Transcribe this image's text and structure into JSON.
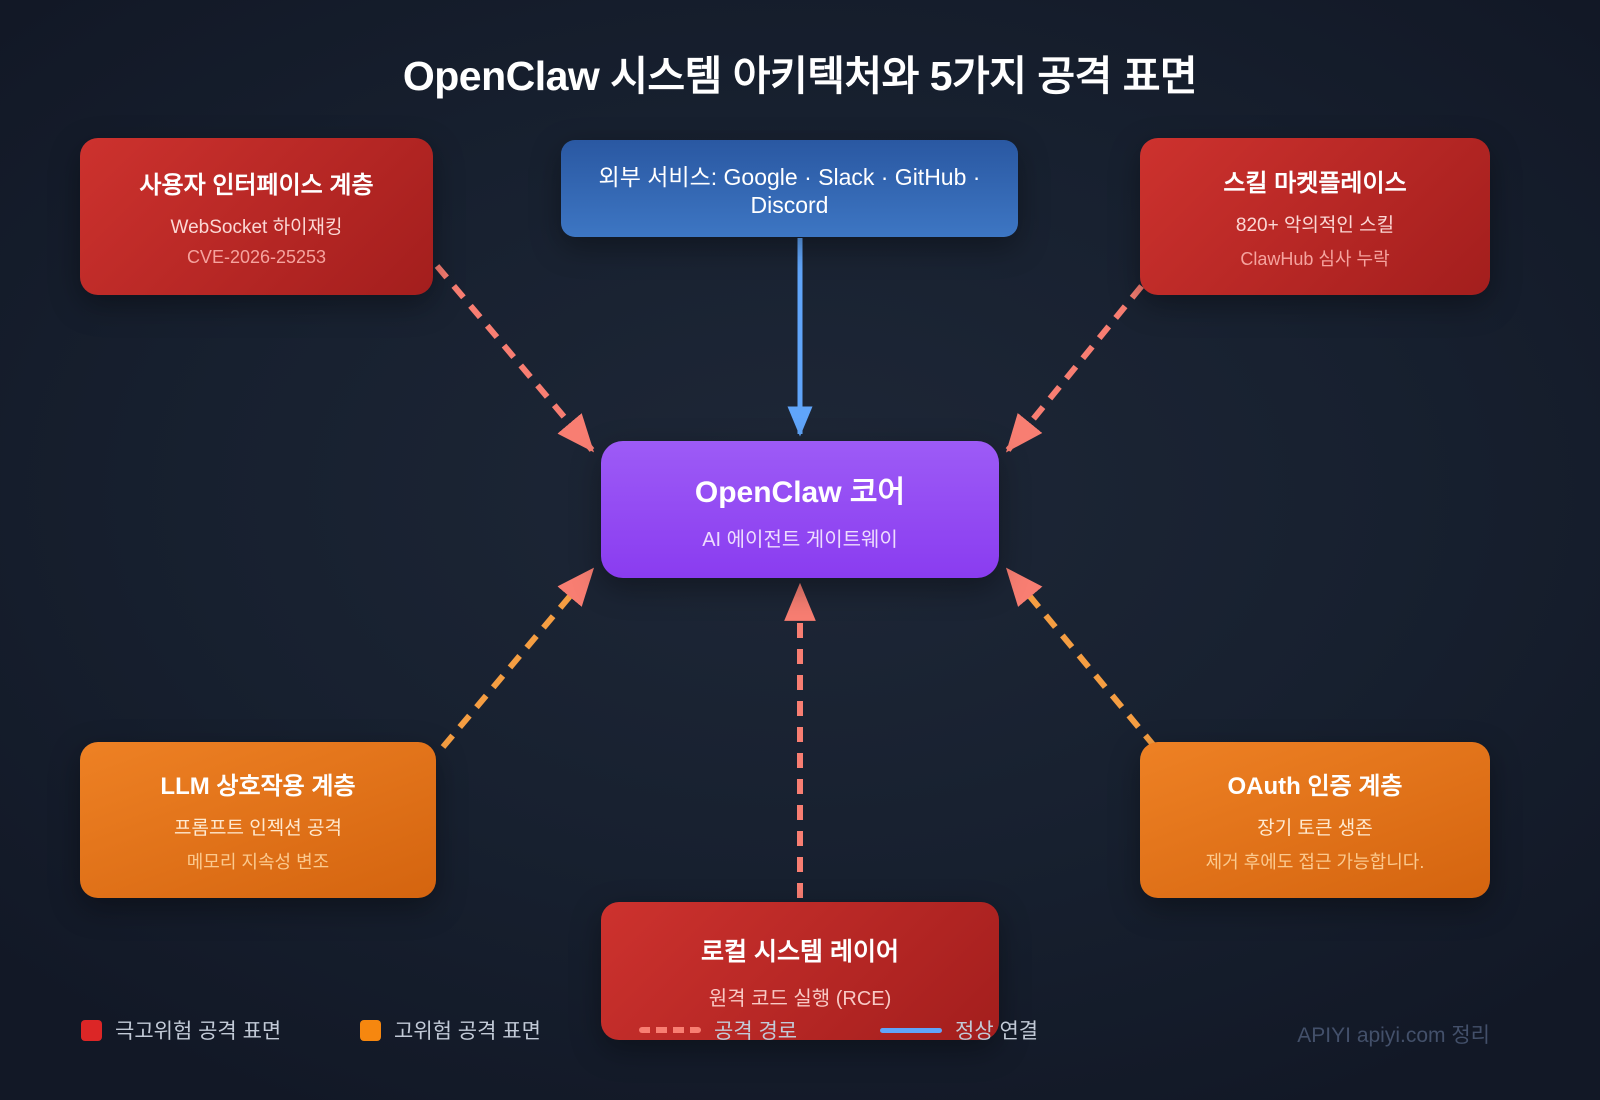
{
  "title": "OpenClaw 시스템 아키텍처와 5가지 공격 표면",
  "nodes": {
    "ui_layer": {
      "title": "사용자 인터페이스 계층",
      "line1": "WebSocket 하이재킹",
      "line2": "CVE-2026-25253"
    },
    "external_services": {
      "label": "외부 서비스: Google · Slack · GitHub · Discord"
    },
    "skill_marketplace": {
      "title": "스킬 마켓플레이스",
      "line1": "820+ 악의적인 스킬",
      "line2": "ClawHub 심사 누락"
    },
    "core": {
      "title": "OpenClaw 코어",
      "subtitle": "AI 에이전트 게이트웨이"
    },
    "llm_layer": {
      "title": "LLM 상호작용 계층",
      "line1": "프롬프트 인젝션 공격",
      "line2": "메모리 지속성 변조"
    },
    "oauth_layer": {
      "title": "OAuth 인증 계층",
      "line1": "장기 토큰 생존",
      "line2": "제거 후에도 접근 가능합니다."
    },
    "local_system": {
      "title": "로컬 시스템 레이어",
      "line1": "원격 코드 실행 (RCE)"
    }
  },
  "legend": {
    "critical": "극고위험 공격 표면",
    "high": "고위험 공격 표면",
    "attack_path": "공격 경로",
    "normal_connection": "정상 연결"
  },
  "credit": "APIYI apiyi.com 정리",
  "colors": {
    "critical_red": "#c8302d",
    "high_orange": "#ee8124",
    "attack_path_salmon": "#f87e72",
    "attack_path_orange": "#f59e42",
    "normal_connection_blue": "#60a5fa",
    "core_purple": "#9d5bf6",
    "external_blue": "#3d76c3",
    "background": "#17202f"
  }
}
